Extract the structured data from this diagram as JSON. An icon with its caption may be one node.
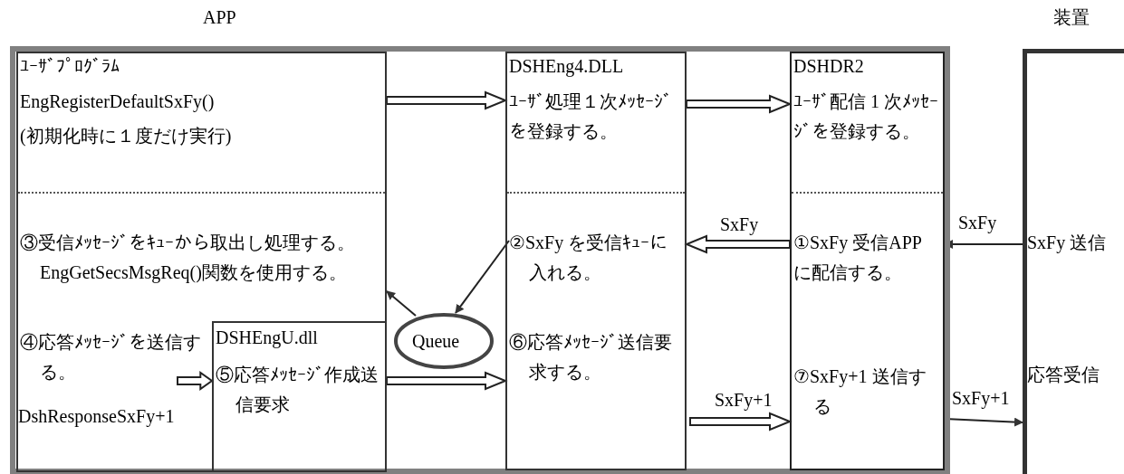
{
  "diagram": {
    "nodes": [
      {
        "text": [
          "APP"
        ]
      },
      {
        "text": [
          "ﾕｰｻﾞﾌﾟﾛｸﾞﾗﾑ",
          "EngRegisterDefaultSxFy()",
          "(初期化時に１度だけ実行)",
          "③受信ﾒｯｾｰｼﾞをｷｭｰから取出し処理する。EngGetSecsMsgReq()関数を使用する。",
          "④応答ﾒｯｾｰｼﾞを送信する。",
          "DshResponseSxFy+1"
        ],
        "in": 0
      },
      {
        "text": [
          "DSHEngU.dll",
          "⑤応答ﾒｯｾｰｼﾞ作成送信要求"
        ],
        "in": 1
      },
      {
        "text": [
          "Queue"
        ],
        "in": 0
      },
      {
        "text": [
          "DSHEng4.DLL",
          "ﾕｰｻﾞ処理１次ﾒｯｾｰｼﾞを登録する。",
          "②SxFy を受信ｷｭｰに入れる。",
          "⑥応答ﾒｯｾｰｼﾞ送信要求する。"
        ],
        "in": 0
      },
      {
        "text": [
          "DSHDR2",
          "ﾕｰｻﾞ配信 1 次ﾒｯｾｰｼﾞを登録する。",
          "①SxFy 受信APP に配信する。",
          "⑦SxFy+1 送信する"
        ],
        "in": 0
      },
      {
        "text": [
          "装置",
          "SxFy 送信",
          "応答受信"
        ]
      }
    ],
    "edges": [
      {
        "from": 1,
        "to": 4,
        "arrow": "to",
        "style": "thick"
      },
      {
        "from": 4,
        "to": 5,
        "arrow": "to",
        "style": "thick"
      },
      {
        "from": 5,
        "to": 4,
        "arrow": "to",
        "style": "thick",
        "label": "SxFy"
      },
      {
        "from": 6,
        "to": 5,
        "arrow": "to",
        "label": "SxFy"
      },
      {
        "from": 4,
        "to": 3,
        "arrow": "to"
      },
      {
        "from": 3,
        "to": 1,
        "arrow": "to"
      },
      {
        "from": 1,
        "to": 2,
        "arrow": "to",
        "style": "thick"
      },
      {
        "from": 2,
        "to": 4,
        "arrow": "to",
        "style": "thick"
      },
      {
        "from": 4,
        "to": 5,
        "arrow": "to",
        "style": "thick",
        "label": "SxFy+1"
      },
      {
        "from": 5,
        "to": 6,
        "arrow": "to",
        "label": "SxFy+1"
      }
    ]
  }
}
